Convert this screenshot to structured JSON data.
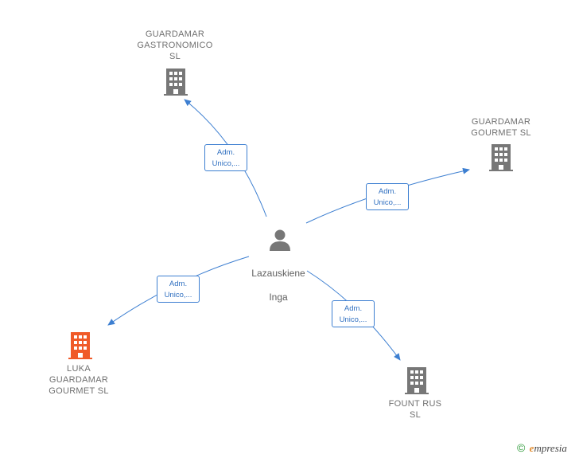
{
  "person": {
    "name_line1": "Lazauskiene",
    "name_line2": "Inga",
    "icon": "person-icon"
  },
  "companies": [
    {
      "id": "gastronomico",
      "label": "GUARDAMAR\nGASTRONOMICO\nSL",
      "icon": "building-icon",
      "color": "#777777"
    },
    {
      "id": "gourmet",
      "label": "GUARDAMAR\nGOURMET  SL",
      "icon": "building-icon",
      "color": "#777777"
    },
    {
      "id": "luka",
      "label": "LUKA\nGUARDAMAR\nGOURMET  SL",
      "icon": "building-icon",
      "color": "#f05a28"
    },
    {
      "id": "fount",
      "label": "FOUNT RUS\nSL",
      "icon": "building-icon",
      "color": "#777777"
    }
  ],
  "edges": [
    {
      "to": "gastronomico",
      "line1": "Adm.",
      "line2": "Unico,..."
    },
    {
      "to": "gourmet",
      "line1": "Adm.",
      "line2": "Unico,..."
    },
    {
      "to": "luka",
      "line1": "Adm.",
      "line2": "Unico,..."
    },
    {
      "to": "fount",
      "line1": "Adm.",
      "line2": "Unico,..."
    }
  ],
  "colors": {
    "edge": "#3d7fd1",
    "building": "#777777",
    "highlight": "#f05a28"
  },
  "footer": {
    "copyright_symbol": "©",
    "brand_first": "e",
    "brand_rest": "mpresia"
  }
}
